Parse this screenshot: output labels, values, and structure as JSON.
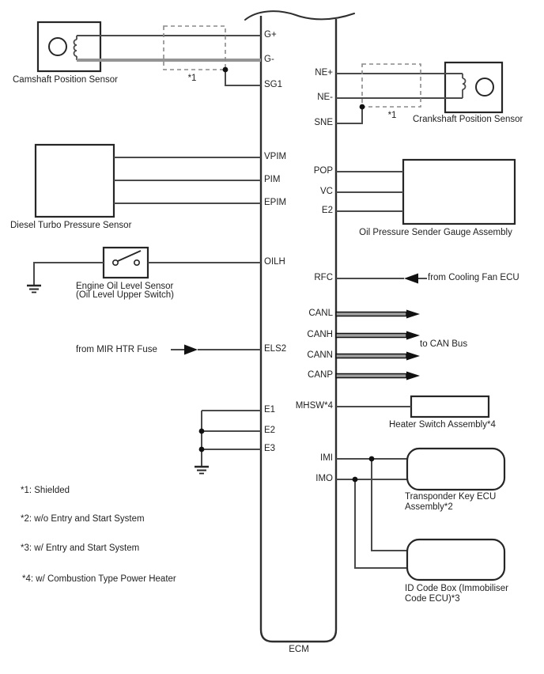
{
  "ecm": {
    "label": "ECM"
  },
  "pins": {
    "left": [
      "G+",
      "G-",
      "SG1",
      "VPIM",
      "PIM",
      "EPIM",
      "OILH",
      "ELS2",
      "E1",
      "E2",
      "E3"
    ],
    "right": [
      "NE+",
      "NE-",
      "SNE",
      "POP",
      "VC",
      "E2",
      "RFC",
      "CANL",
      "CANH",
      "CANN",
      "CANP",
      "MHSW*4",
      "IMI",
      "IMO"
    ]
  },
  "components": {
    "camshaft_sensor": "Camshaft Position Sensor",
    "crankshaft_sensor": "Crankshaft Position Sensor",
    "diesel_turbo_sensor": "Diesel Turbo Pressure Sensor",
    "oil_level_sensor_line1": "Engine Oil Level Sensor",
    "oil_level_sensor_line2": "(Oil Level Upper Switch)",
    "oil_pressure_gauge": "Oil Pressure Sender Gauge Assembly",
    "heater_switch": "Heater Switch Assembly*4",
    "transponder_line1": "Transponder Key ECU",
    "transponder_line2": "Assembly*2",
    "id_code_box_line1": "ID Code Box (Immobiliser",
    "id_code_box_line2": "Code ECU)*3"
  },
  "flows": {
    "to_can_bus": "to CAN Bus",
    "from_cooling_fan": "from Cooling Fan ECU",
    "from_mir_htr_fuse": "from MIR HTR Fuse"
  },
  "shield_labels": {
    "left": "*1",
    "right": "*1"
  },
  "notes": [
    "*1: Shielded",
    "*2: w/o Entry and Start System",
    "*3: w/ Entry and Start System",
    "*4: w/ Combustion Type Power Heater"
  ],
  "colors": {
    "line": "#4a4a4a",
    "box": "#262626",
    "shield_wire": "#949494",
    "can_fill": "#a0a0a0"
  }
}
